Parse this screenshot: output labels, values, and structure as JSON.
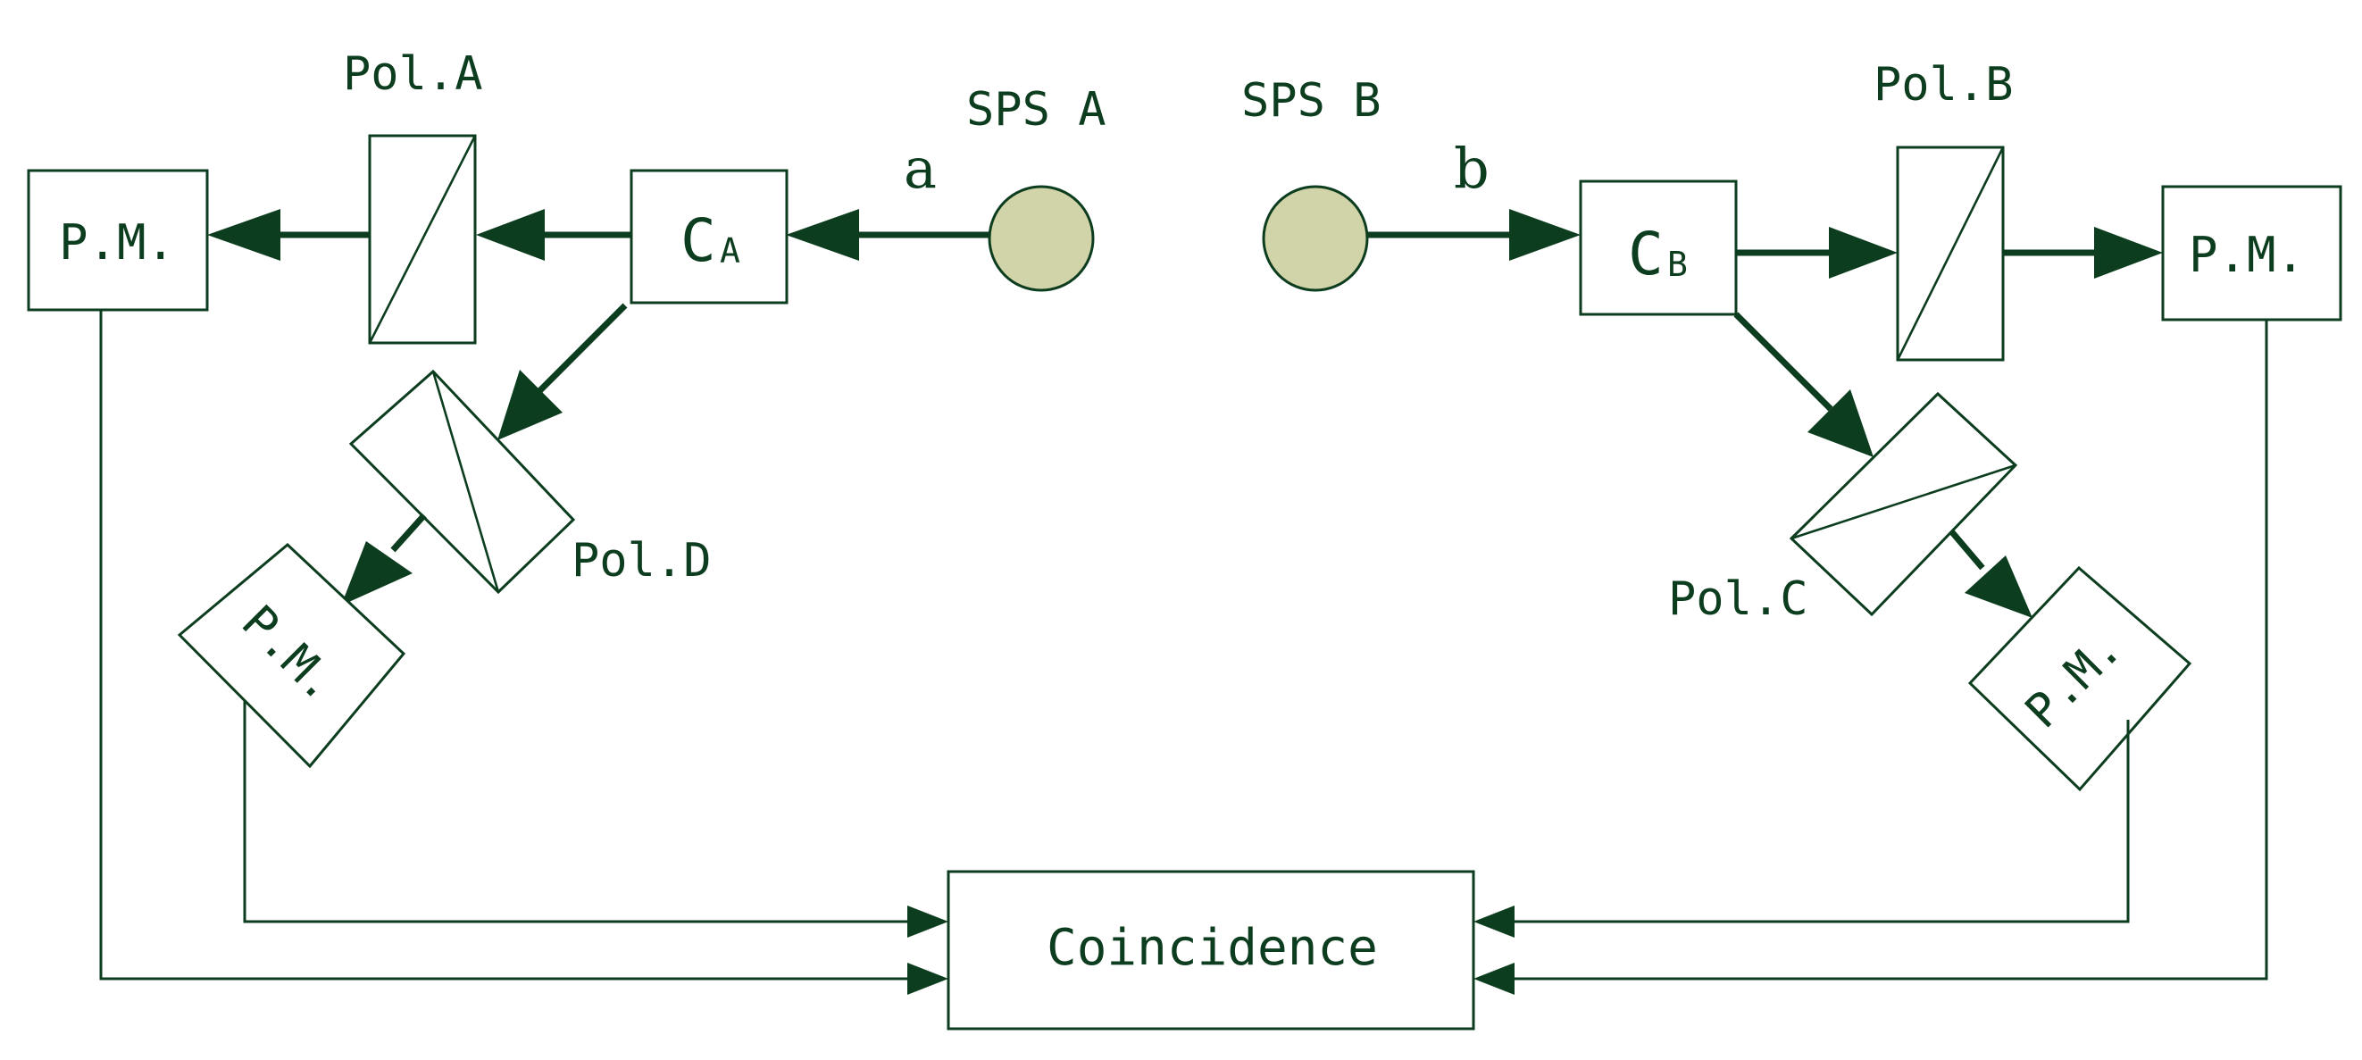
{
  "labels": {
    "sps_a": "SPS A",
    "sps_b": "SPS B",
    "beam_a": "a",
    "beam_b": "b",
    "pol_a": "Pol.A",
    "pol_b": "Pol.B",
    "pol_c": "Pol.C",
    "pol_d": "Pol.D",
    "coupler_a_main": "C",
    "coupler_a_sub": "A",
    "coupler_b_main": "C",
    "coupler_b_sub": "B",
    "pm_left": "P.M.",
    "pm_lower_left": "P.M.",
    "pm_right": "P.M.",
    "pm_lower_right": "P.M.",
    "coincidence": "Coincidence"
  },
  "colors": {
    "stroke": "#0d3d1f",
    "source_fill": "#d1d3a8",
    "background": "#ffffff"
  }
}
